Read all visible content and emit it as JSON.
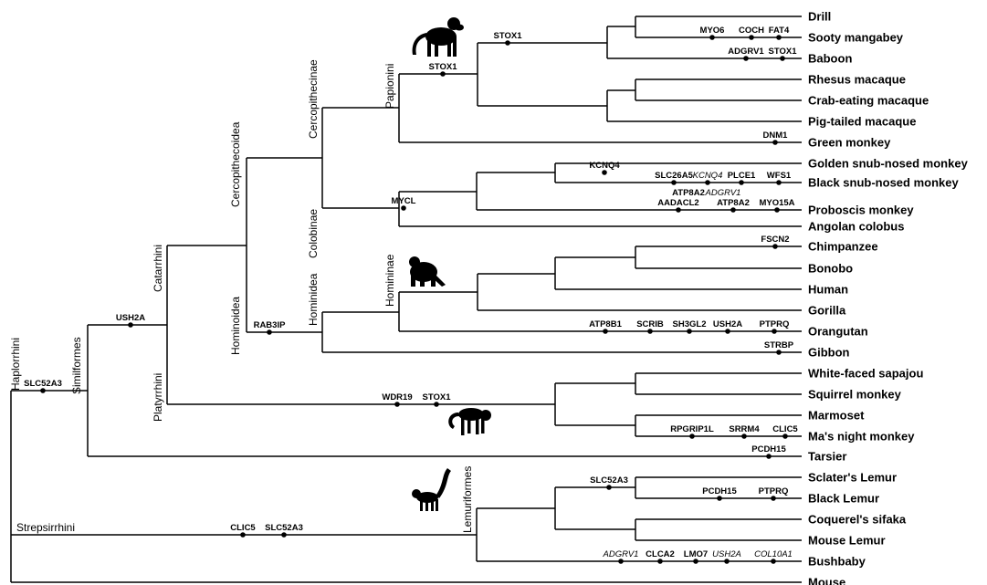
{
  "leaves": [
    "Drill",
    "Sooty mangabey",
    "Baboon",
    "Rhesus macaque",
    "Crab-eating macaque",
    "Pig-tailed macaque",
    "Green monkey",
    "Golden snub-nosed monkey",
    "Black snub-nosed monkey",
    "Proboscis monkey",
    "Angolan colobus",
    "Chimpanzee",
    "Bonobo",
    "Human",
    "Gorilla",
    "Orangutan",
    "Gibbon",
    "White-faced sapajou",
    "Squirrel monkey",
    "Marmoset",
    "Ma's night monkey",
    "Tarsier",
    "Sclater's Lemur",
    "Black Lemur",
    "Coquerel's sifaka",
    "Mouse Lemur",
    "Bushbaby",
    "Mouse"
  ],
  "clades": [
    "Haplorrhini",
    "Similformes",
    "Catarrhini",
    "Cercopithecoidea",
    "Cercopithecinae",
    "Papionini",
    "Colobinae",
    "Hominoidea",
    "Hominidea",
    "Homininae",
    "Platyrrhini",
    "Strepsirrhini",
    "Lemuriformes"
  ],
  "genes": [
    "STOX1",
    "STOX1",
    "MYO6",
    "COCH",
    "FAT4",
    "ADGRV1",
    "STOX1",
    "DNM1",
    "KCNQ4",
    "SLC26A5",
    "KCNQ4",
    "PLCE1",
    "WFS1",
    "ATP8A2",
    "ADGRV1",
    "MYCL",
    "AADACL2",
    "ATP8A2",
    "MYO15A",
    "FSCN2",
    "USH2A",
    "RAB3IP",
    "ATP8B1",
    "SCRIB",
    "SH3GL2",
    "USH2A",
    "PTPRQ",
    "STRBP",
    "SLC52A3",
    "WDR19",
    "STOX1",
    "RPGRIP1L",
    "SRRM4",
    "CLIC5",
    "PCDH15",
    "SLC52A3",
    "PCDH15",
    "PTPRQ",
    "CLIC5",
    "SLC52A3",
    "ADGRV1",
    "CLCA2",
    "LMO7",
    "USH2A",
    "COL10A1"
  ],
  "icons": [
    "baboon-silhouette-icon",
    "gorilla-silhouette-icon",
    "capuchin-silhouette-icon",
    "lemur-silhouette-icon"
  ]
}
